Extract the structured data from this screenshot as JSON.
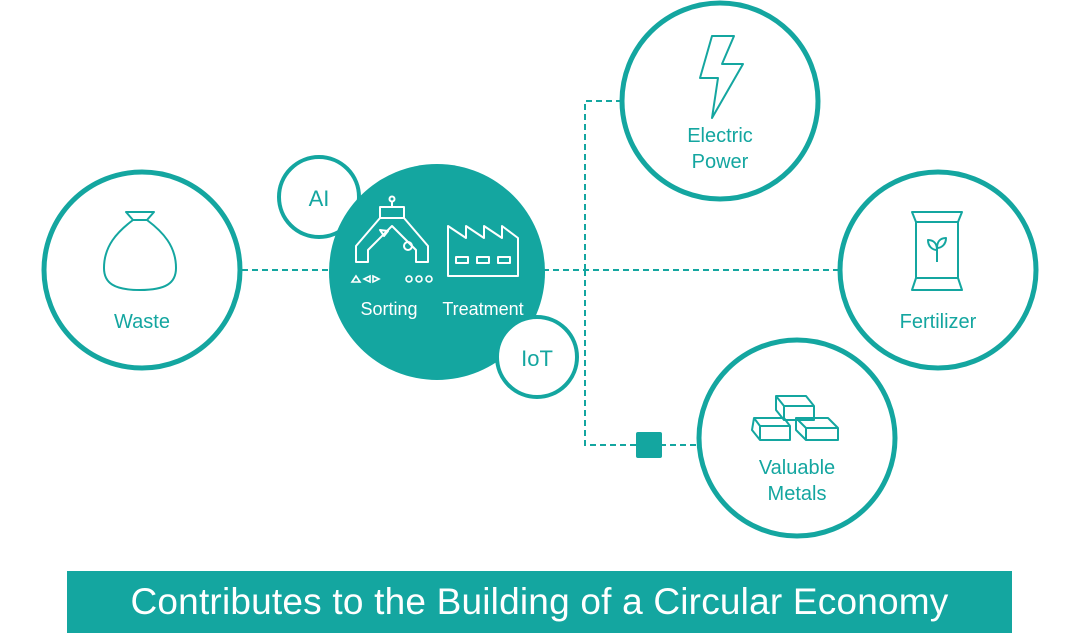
{
  "colors": {
    "teal": "#14a6a0",
    "white": "#ffffff"
  },
  "nodes": {
    "waste": {
      "label": "Waste",
      "icon": "garbage-bag-icon"
    },
    "ai": {
      "label": "AI"
    },
    "iot": {
      "label": "IoT"
    },
    "sorting": {
      "label": "Sorting",
      "icon": "sorting-machine-icon"
    },
    "treatment": {
      "label": "Treatment",
      "icon": "factory-icon"
    },
    "electric": {
      "line1": "Electric",
      "line2": "Power",
      "icon": "lightning-bolt-icon"
    },
    "fertilizer": {
      "label": "Fertilizer",
      "icon": "fertilizer-bag-icon"
    },
    "metals": {
      "line1": "Valuable",
      "line2": "Metals",
      "icon": "metal-ingots-icon"
    }
  },
  "banner": {
    "text": "Contributes to the Building of a Circular Economy"
  }
}
